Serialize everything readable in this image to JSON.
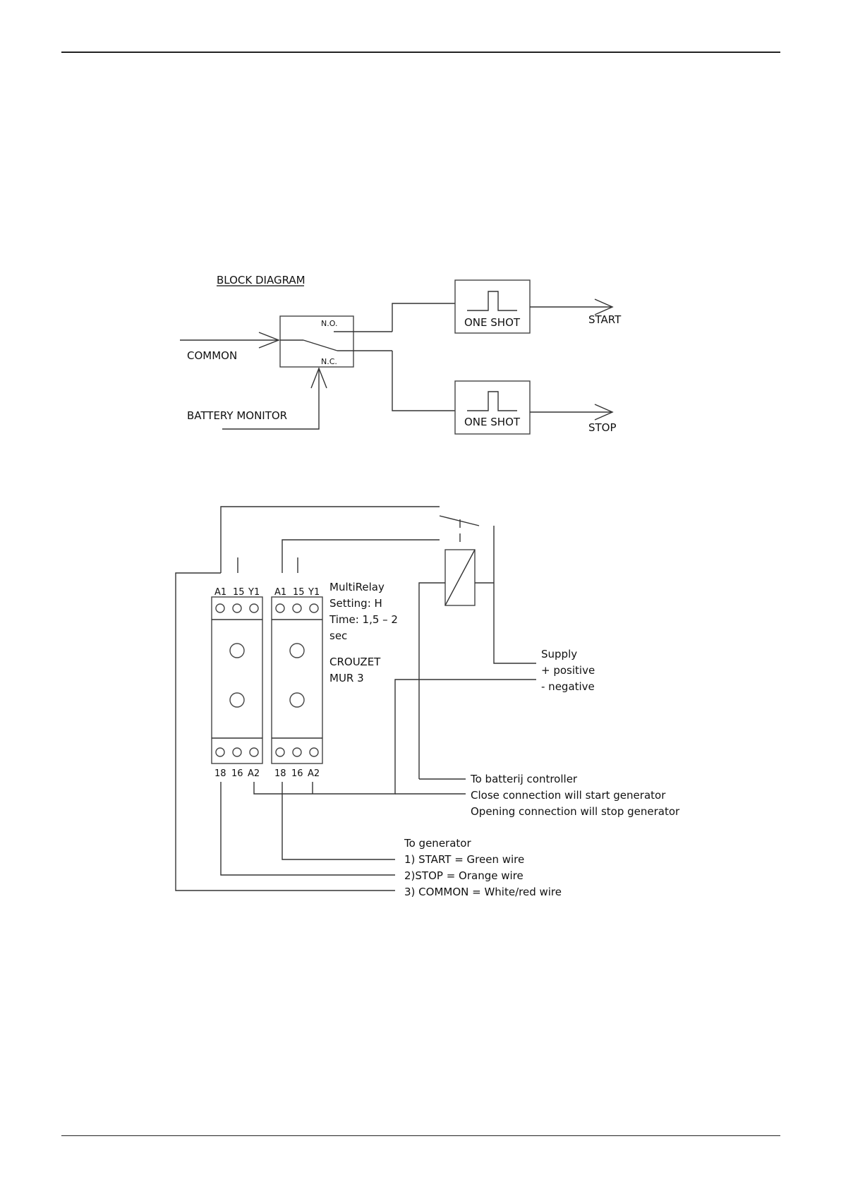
{
  "block_diagram": {
    "title": "BLOCK DIAGRAM",
    "common": "COMMON",
    "battery_monitor": "BATTERY MONITOR",
    "switch_no": "N.O.",
    "switch_nc": "N.C.",
    "one_shot": "ONE SHOT",
    "start": "START",
    "stop": "STOP"
  },
  "wiring": {
    "terminals_top": [
      "A1",
      "15",
      "Y1"
    ],
    "terminals_bottom": [
      "18",
      "16",
      "A2"
    ],
    "relay_info": [
      "MultiRelay",
      "Setting: H",
      "Time: 1,5 – 2",
      "sec"
    ],
    "relay_model": [
      "CROUZET",
      "MUR 3"
    ],
    "supply": [
      "Supply",
      "+ positive",
      "- negative"
    ],
    "controller": [
      "To batterij controller",
      "Close connection will start generator",
      "Opening connection will stop generator"
    ],
    "generator": [
      "To generator",
      "1) START = Green wire",
      "2)STOP = Orange wire",
      "3) COMMON = White/red wire"
    ]
  }
}
